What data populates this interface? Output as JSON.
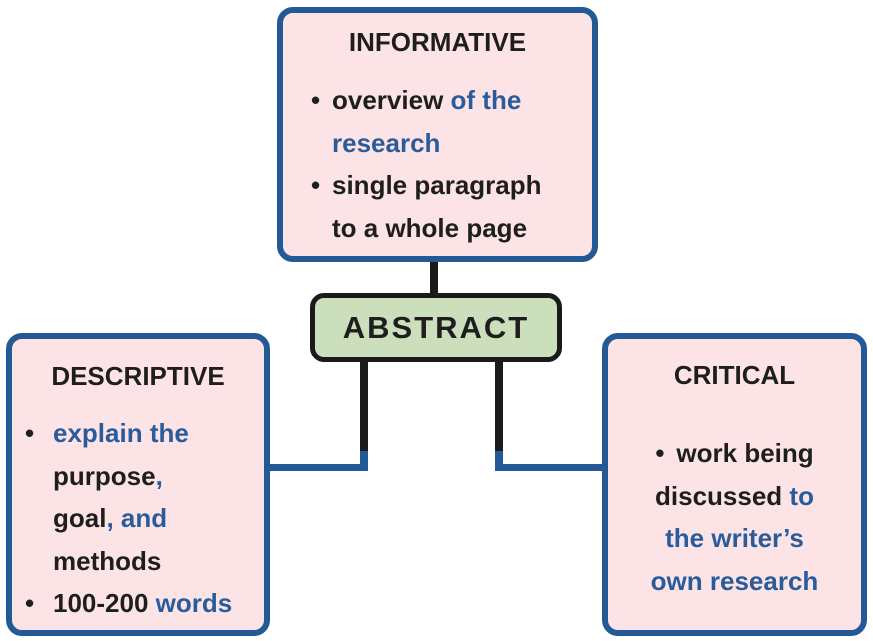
{
  "colors": {
    "background": "#ffffff",
    "box_fill_pink": "#fce4e6",
    "box_border_blue": "#235a96",
    "center_fill_green": "#cbdfbd",
    "center_border_black": "#1a1a1a",
    "connector_black": "#1a1a1a",
    "connector_blue": "#235a96",
    "text_black": "#1e1e1e",
    "text_blue": "#2a5c9c"
  },
  "bullet_char": "•",
  "center_node": {
    "label": "ABSTRACT"
  },
  "boxes": {
    "informative": {
      "title": "INFORMATIVE",
      "lines": [
        {
          "bullet": true,
          "segments": [
            {
              "text": "overview ",
              "color": "black"
            },
            {
              "text": "of the",
              "color": "blue"
            }
          ]
        },
        {
          "bullet": false,
          "segments": [
            {
              "text": "research",
              "color": "blue"
            }
          ]
        },
        {
          "bullet": true,
          "segments": [
            {
              "text": "single paragraph",
              "color": "black"
            }
          ]
        },
        {
          "bullet": false,
          "segments": [
            {
              "text": "to a whole page",
              "color": "black"
            }
          ]
        }
      ]
    },
    "descriptive": {
      "title": "DESCRIPTIVE",
      "lines": [
        {
          "bullet": true,
          "segments": [
            {
              "text": "explain the",
              "color": "blue"
            }
          ]
        },
        {
          "bullet": false,
          "segments": [
            {
              "text": "purpose",
              "color": "black"
            },
            {
              "text": ",",
              "color": "blue"
            }
          ]
        },
        {
          "bullet": false,
          "segments": [
            {
              "text": "goal",
              "color": "black"
            },
            {
              "text": ", and",
              "color": "blue"
            }
          ]
        },
        {
          "bullet": false,
          "segments": [
            {
              "text": "methods",
              "color": "black"
            }
          ]
        },
        {
          "bullet": true,
          "segments": [
            {
              "text": "100-200 ",
              "color": "black"
            },
            {
              "text": "words",
              "color": "blue"
            }
          ]
        }
      ]
    },
    "critical": {
      "title": "CRITICAL",
      "lines": [
        {
          "bullet": true,
          "segments": [
            {
              "text": "work being",
              "color": "black"
            }
          ]
        },
        {
          "bullet": false,
          "segments": [
            {
              "text": "discussed ",
              "color": "black"
            },
            {
              "text": "to",
              "color": "blue"
            }
          ]
        },
        {
          "bullet": false,
          "segments": [
            {
              "text": "the writer’s",
              "color": "blue"
            }
          ]
        },
        {
          "bullet": false,
          "segments": [
            {
              "text": "own research",
              "color": "blue"
            }
          ]
        }
      ]
    }
  }
}
